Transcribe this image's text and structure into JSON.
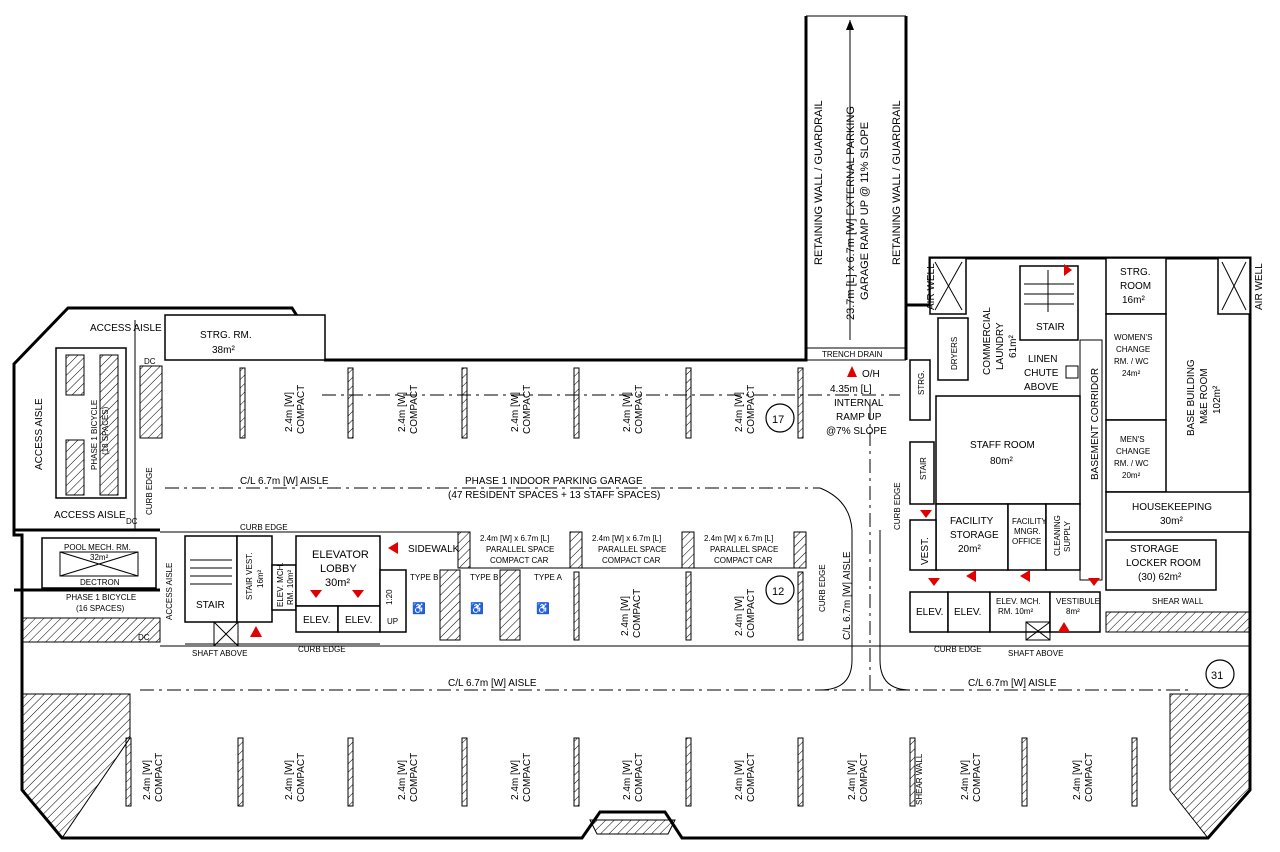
{
  "ramp": {
    "wall_left": "RETAINING WALL / GUARDRAIL",
    "wall_right": "RETAINING WALL / GUARDRAIL",
    "line1": "23.7m [L] x 6.7m [W] EXTERNAL PARKING",
    "line2": "GARAGE RAMP UP @ 11% SLOPE",
    "trench": "TRENCH DRAIN",
    "oh": "O/H",
    "internal1": "4.35m [L]",
    "internal2": "INTERNAL",
    "internal3": "RAMP UP",
    "internal4": "@7% SLOPE"
  },
  "left": {
    "access_aisle_top": "ACCESS AISLE",
    "access_aisle_side": "ACCESS AISLE",
    "access_aisle_bottom": "ACCESS AISLE",
    "bicycle1a": "PHASE 1 BICYCLE",
    "bicycle1b": "(18 SPACES)",
    "curb_edge": "CURB EDGE",
    "dc1": "DC",
    "dc2": "DC",
    "dc3": "DC",
    "dc4": "DC",
    "strg_name": "STRG. RM.",
    "strg_area": "38m²",
    "pool1": "POOL MECH. RM.",
    "pool2": "32m²",
    "dectron": "DECTRON",
    "bicycle2a": "PHASE 1 BICYCLE",
    "bicycle2b": "(16 SPACES)",
    "access_aisle_lower": "ACCESS AISLE",
    "stair": "STAIR",
    "stair_vest1": "STAIR VEST.",
    "stair_vest2": "16m²",
    "elev_mch1": "ELEV. MCH.",
    "elev_mch2": "RM. 10m²",
    "lobby1": "ELEVATOR",
    "lobby2": "LOBBY",
    "lobby3": "30m²",
    "elev": "ELEV.",
    "ratio": "1:20",
    "up": "UP",
    "shaft": "SHAFT ABOVE",
    "sidewalk": "SIDEWALK",
    "curb_edge_mid": "CURB EDGE",
    "curb_edge_low": "CURB EDGE"
  },
  "garage": {
    "aisle_top": "C/L 6.7m [W] AISLE",
    "title": "PHASE 1 INDOOR PARKING GARAGE",
    "subtitle": "(47 RESIDENT SPACES + 13 STAFF SPACES)",
    "aisle_bottom_left": "C/L 6.7m [W] AISLE",
    "aisle_bottom_right": "C/L 6.7m [W] AISLE",
    "aisle_vertical": "C/L 6.7m [W] AISLE",
    "curb_vertical": "CURB EDGE",
    "curb_vertical2": "CURB EDGE",
    "space_line1": "2.4m [W]",
    "space_line2": "COMPACT",
    "parallel1": "2.4m [W] x 6.7m [L]",
    "parallel2": "PARALLEL SPACE",
    "parallel3": "COMPACT CAR",
    "type_b": "TYPE B",
    "type_a": "TYPE A",
    "shear_wall": "SHEAR WALL",
    "count17": "17",
    "count12": "12",
    "count31": "31"
  },
  "right": {
    "air_well": "AIR WELL",
    "dryers": "DRYERS",
    "laundry1": "COMMERCIAL",
    "laundry2": "LAUNDRY",
    "laundry3": "61m²",
    "stair": "STAIR",
    "linen1": "LINEN",
    "linen2": "CHUTE",
    "linen3": "ABOVE",
    "corridor": "BASEMENT CORRIDOR",
    "strg_room1": "STRG.",
    "strg_room2": "ROOM",
    "strg_room3": "16m²",
    "womens1": "WOMEN'S",
    "womens2": "CHANGE",
    "womens3": "RM. / WC",
    "womens4": "24m²",
    "mens1": "MEN'S",
    "mens2": "CHANGE",
    "mens3": "RM. / WC",
    "mens4": "20m²",
    "mne1": "BASE BUILDING",
    "mne2": "M&E ROOM",
    "mne3": "102m²",
    "strg": "STRG.",
    "staff1": "STAFF ROOM",
    "staff2": "80m²",
    "housekeeping1": "HOUSEKEEPING",
    "housekeeping2": "30m²",
    "facility1": "FACILITY",
    "facility2": "STORAGE",
    "facility3": "20m²",
    "office1": "FACILITY",
    "office2": "MNGR.",
    "office3": "OFFICE",
    "cleaning1": "CLEANING",
    "cleaning2": "SUPPLY",
    "vest": "VEST.",
    "storage": "STORAGE",
    "locker1": "LOCKER ROOM",
    "locker2": "(30) 62m²",
    "shear": "SHEAR WALL",
    "elev": "ELEV.",
    "elev_mch1": "ELEV. MCH.",
    "elev_mch2": "RM. 10m²",
    "vestibule1": "VESTIBULE",
    "vestibule2": "8m²",
    "curb_edge": "CURB EDGE",
    "shaft": "SHAFT ABOVE",
    "stair_side": "STAIR"
  },
  "colors": {
    "arrow": "#e00000",
    "line": "#000000"
  }
}
